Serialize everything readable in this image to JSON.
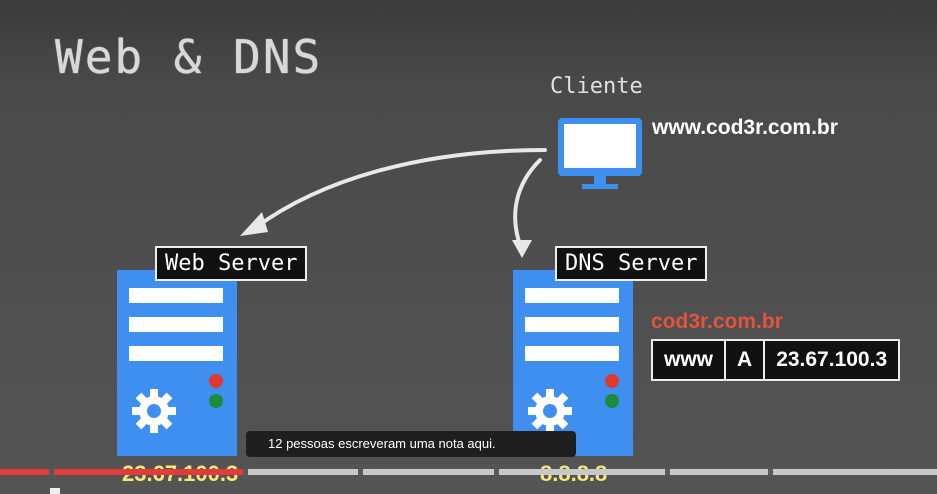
{
  "slide": {
    "title": "Web & DNS",
    "client_label": "Cliente",
    "client_url": "www.cod3r.com.br",
    "web_server_label": "Web Server",
    "dns_server_label": "DNS Server",
    "dns_domain": "cod3r.com.br",
    "dns_record": {
      "name": "www",
      "type": "A",
      "value": "23.67.100.3"
    },
    "web_server_ip": "23.67.100.3",
    "dns_server_ip": "8.8.8.8",
    "colors": {
      "server": "#3f8ff0",
      "domain_text": "#e3543f",
      "ip_text": "#f4e87a",
      "led_red": "#e0392f",
      "led_green": "#1e8a3c"
    }
  },
  "player": {
    "tooltip": "12 pessoas escreveram uma nota aqui.",
    "played_fraction": 0.26
  }
}
